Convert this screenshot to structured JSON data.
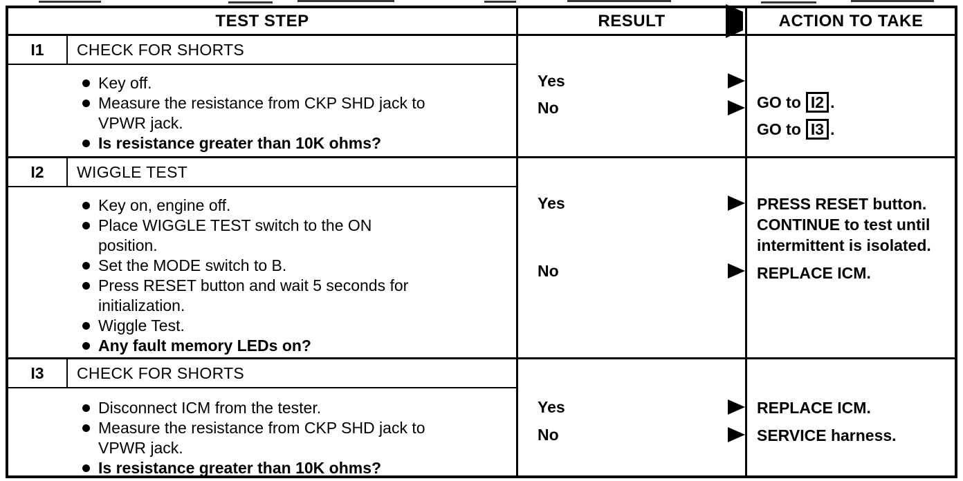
{
  "colors": {
    "ink": "#000000",
    "paper": "#ffffff"
  },
  "header": {
    "test_step": "TEST STEP",
    "result": "RESULT",
    "action": "ACTION TO TAKE"
  },
  "rows": [
    {
      "id": "I1",
      "title": "CHECK FOR SHORTS",
      "bullets": [
        "Key off.",
        "Measure the resistance from CKP SHD jack to\nVPWR jack.",
        "Is resistance greater than 10K ohms?"
      ],
      "results": [
        {
          "label": "Yes"
        },
        {
          "label": "No"
        }
      ],
      "actions": [
        {
          "prefix": "GO to",
          "boxed": "I2",
          "suffix": "."
        },
        {
          "prefix": "GO to",
          "boxed": "I3",
          "suffix": "."
        }
      ]
    },
    {
      "id": "I2",
      "title": "WIGGLE TEST",
      "bullets": [
        "Key on, engine off.",
        "Place WIGGLE TEST switch to the ON\nposition.",
        "Set the MODE switch to B.",
        "Press RESET button and wait 5 seconds for\ninitialization.",
        "Wiggle Test.",
        "Any fault memory LEDs on?"
      ],
      "results": [
        {
          "label": "Yes"
        },
        {
          "label": "No"
        }
      ],
      "actions": [
        {
          "text": "PRESS RESET button.\nCONTINUE to test until\nintermittent is isolated."
        },
        {
          "text": "REPLACE ICM."
        }
      ]
    },
    {
      "id": "I3",
      "title": "CHECK FOR SHORTS",
      "bullets": [
        "Disconnect ICM from the tester.",
        "Measure the resistance from CKP SHD jack to\nVPWR jack.",
        "Is resistance greater than 10K ohms?"
      ],
      "results": [
        {
          "label": "Yes"
        },
        {
          "label": "No"
        }
      ],
      "actions": [
        {
          "text": "REPLACE ICM."
        },
        {
          "text": "SERVICE harness."
        }
      ]
    }
  ]
}
